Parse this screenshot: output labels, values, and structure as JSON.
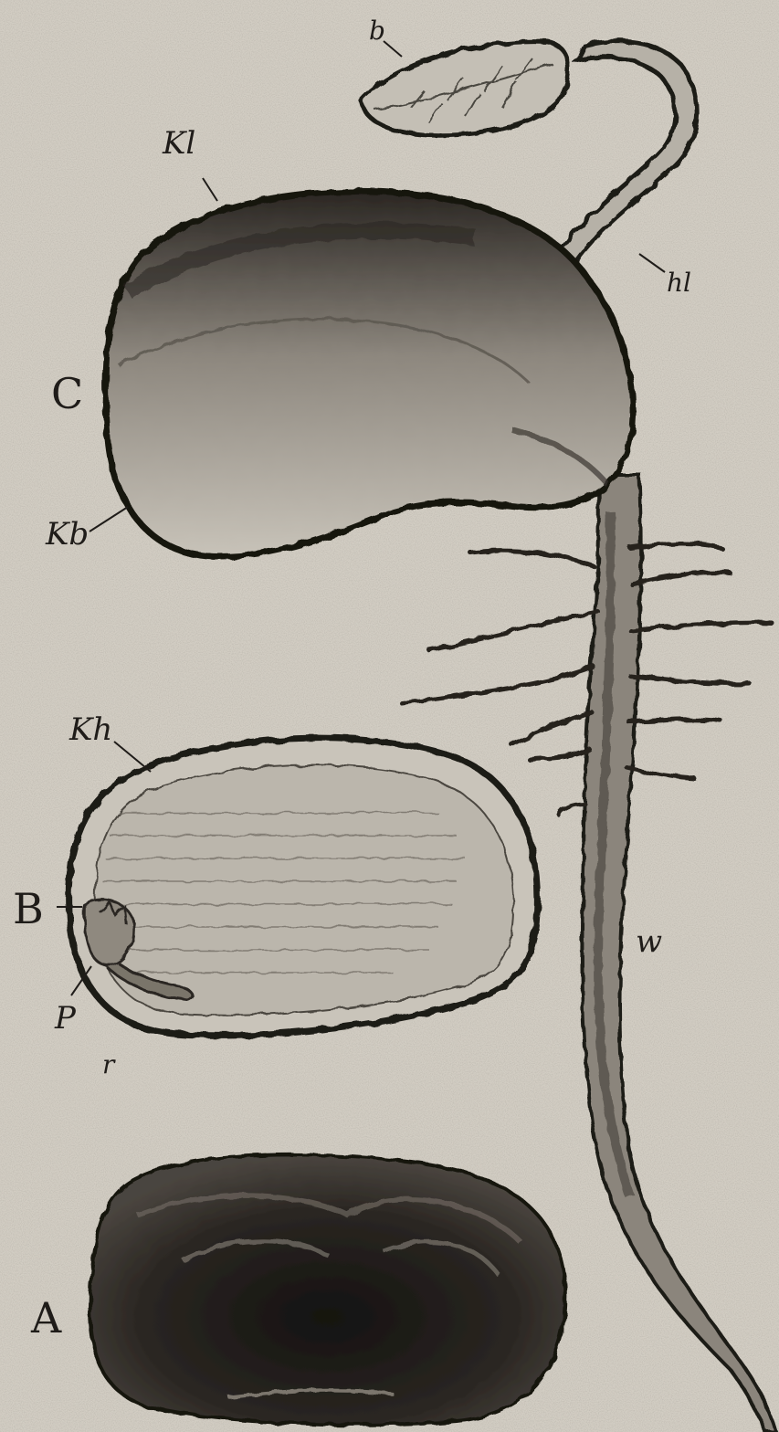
{
  "labels": {
    "figure_a": "A",
    "figure_b": "B",
    "figure_c": "C",
    "kb_c_top": "Kl",
    "kb_c_side": "Kb",
    "kb_b": "Kh",
    "b": "b",
    "hypocotyl": "hl",
    "w": "w",
    "p": "P",
    "r": "r"
  },
  "colors": {
    "paper": "#d2cdc3",
    "ink": "#1f1c19"
  }
}
